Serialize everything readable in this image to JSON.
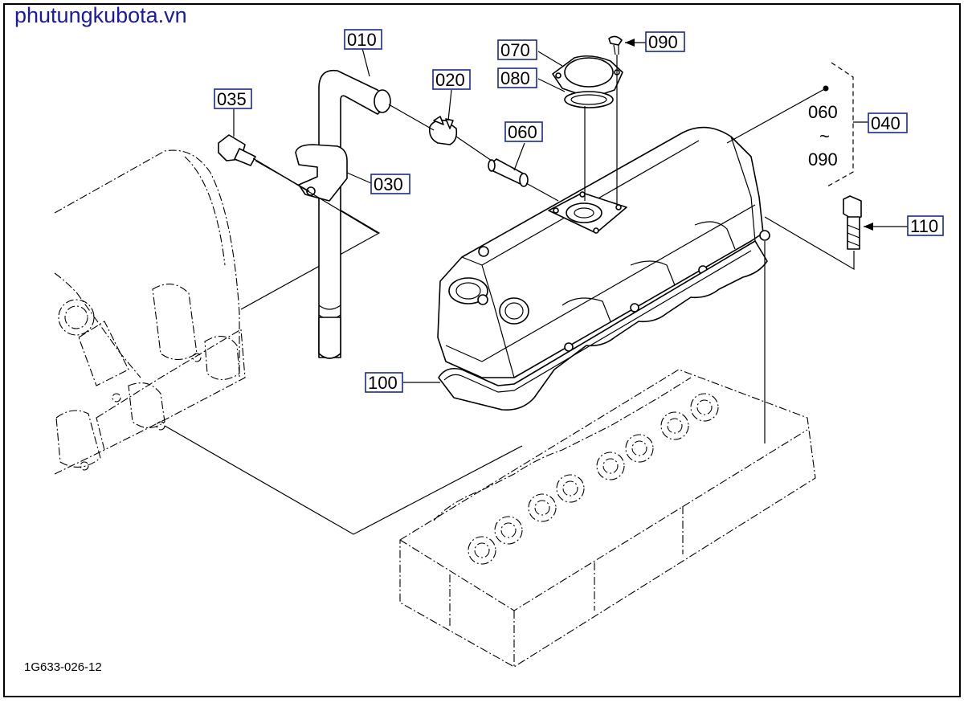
{
  "watermark": "phutungkubota.vn",
  "drawing_code": "1G633-026-12",
  "colors": {
    "watermark": "#1a1aa6",
    "label_box": "#1b2a8c",
    "line": "#000000"
  },
  "callouts": {
    "p010": "010",
    "p020": "020",
    "p030": "030",
    "p035": "035",
    "p040": "040",
    "p060": "060",
    "p070": "070",
    "p080": "080",
    "p090": "090",
    "p100": "100",
    "p110": "110"
  },
  "range_note": {
    "from": "060",
    "tilde": "~",
    "to": "090"
  }
}
